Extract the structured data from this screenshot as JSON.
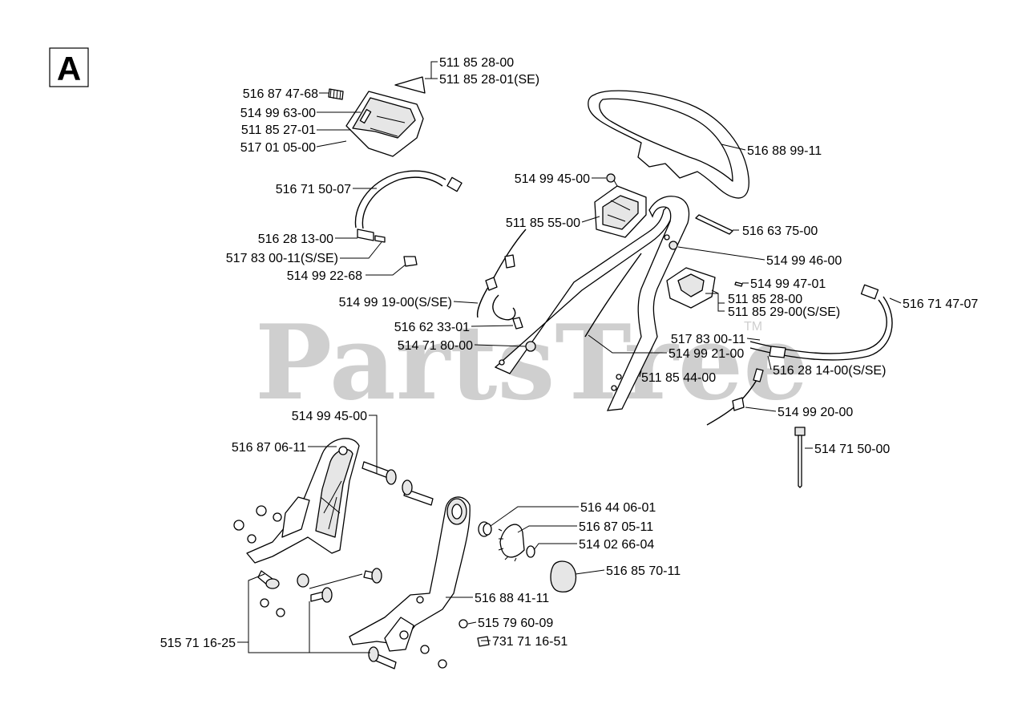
{
  "section_letter": "A",
  "watermark": {
    "text": "PartsTree",
    "mark": "TM"
  },
  "labels": [
    "511 85 28-00",
    "511 85 28-01(SE)",
    "516 87 47-68",
    "514 99 63-00",
    "511 85 27-01",
    "517 01 05-00",
    "516 88 99-11",
    "514 99 45-00",
    "516 71 50-07",
    "511 85 55-00",
    "516 63 75-00",
    "516 28 13-00",
    "517 83 00-11(S/SE)",
    "514 99 46-00",
    "514 99 22-68",
    "514 99 47-01",
    "511 85 28-00",
    "511 85 29-00(S/SE)",
    "514 99 19-00(S/SE)",
    "516 71 47-07",
    "516 62 33-01",
    "517 83 00-11",
    "514 71 80-00",
    "514 99 21-00",
    "516 28 14-00(S/SE)",
    "511 85 44-00",
    "514 99 20-00",
    "514 99 45-00",
    "514 71 50-00",
    "516 87 06-11",
    "516 44 06-01",
    "516 87 05-11",
    "514 02 66-04",
    "516 85 70-11",
    "516 88 41-11",
    "515 79 60-09",
    "515 71 16-25",
    "731 71 16-51"
  ]
}
